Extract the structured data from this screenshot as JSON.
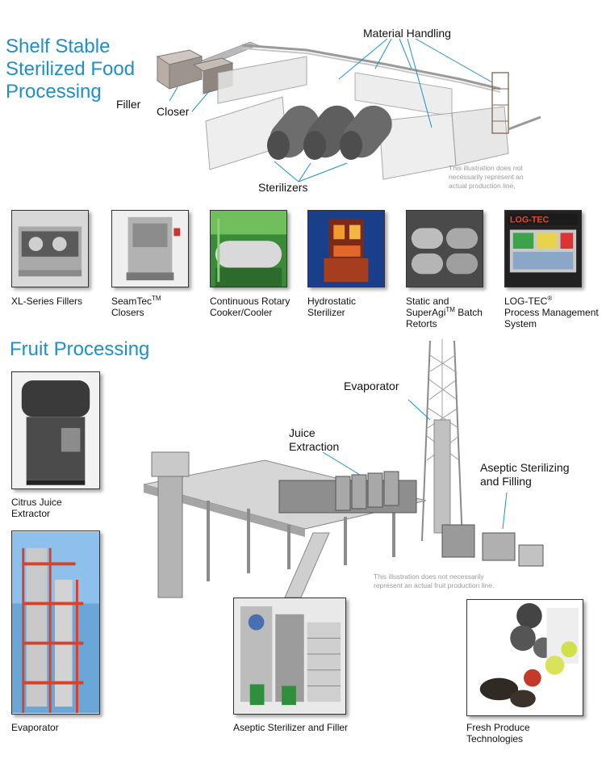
{
  "shelf_stable": {
    "title_lines": [
      "Shelf Stable",
      "Sterilized Food",
      "Processing"
    ],
    "callouts": {
      "material_handling": "Material Handling",
      "filler": "Filler",
      "closer": "Closer",
      "sterilizers": "Sterilizers"
    },
    "disclaimer_lines": [
      "This illustration does not",
      "necessarily represent an",
      "actual production line."
    ],
    "products": [
      {
        "lines": [
          "XL-Series Fillers"
        ]
      },
      {
        "lines": [
          "SeamTec",
          "Closers"
        ],
        "mark": "TM"
      },
      {
        "lines": [
          "Continuous Rotary",
          "Cooker/Cooler"
        ]
      },
      {
        "lines": [
          "Hydrostatic",
          "Sterilizer"
        ]
      },
      {
        "lines": [
          "Static and",
          "SuperAgi",
          "Batch",
          "Retorts"
        ],
        "mark": "TM"
      },
      {
        "lines": [
          "LOG-TEC",
          "Process Management",
          "System"
        ],
        "mark": "®"
      }
    ],
    "logtec_screen_text": "LOG-TEC"
  },
  "fruit": {
    "title": "Fruit Processing",
    "callouts": {
      "evaporator": "Evaporator",
      "juice_extraction_lines": [
        "Juice",
        "Extraction"
      ],
      "aseptic_lines": [
        "Aseptic Sterilizing",
        "and Filling"
      ]
    },
    "disclaimer_lines": [
      "This illustration does not necessarily",
      "represent an actual fruit production line."
    ],
    "photos": {
      "citrus_lines": [
        "Citrus Juice",
        "Extractor"
      ],
      "evaporator": "Evaporator",
      "aseptic": "Aseptic Sterilizer and Filler",
      "produce_lines": [
        "Fresh Produce",
        "Technologies"
      ]
    }
  }
}
